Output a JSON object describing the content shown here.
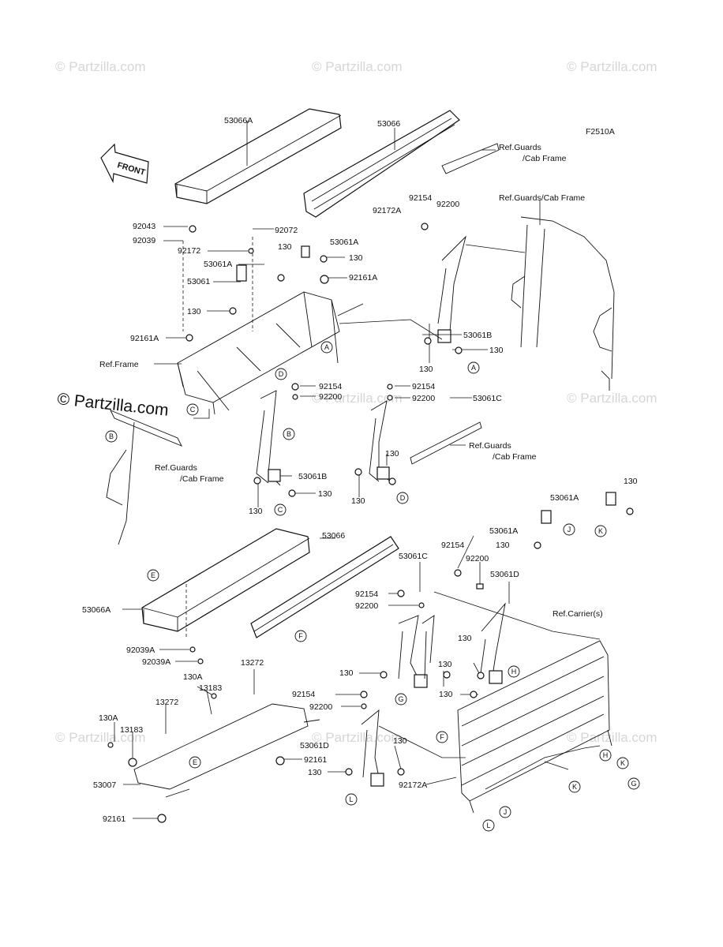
{
  "figure_code": "F2510A",
  "front_label": "FRONT",
  "watermarks": {
    "light": "© Partzilla.com",
    "dark": "© Partzilla.com"
  },
  "top": {
    "labels": {
      "l53066A": "53066A",
      "l53066": "53066",
      "ref_guards_1a": "Ref.Guards",
      "ref_guards_1b": "/Cab Frame",
      "ref_guards_cab": "Ref.Guards/Cab Frame",
      "l92154_a": "92154",
      "l92200_a": "92200",
      "l92172A": "92172A",
      "l92043": "92043",
      "l92039": "92039",
      "l92072": "92072",
      "l92172": "92172",
      "l53061A_1": "53061A",
      "l130_1": "130",
      "l53061A_2": "53061A",
      "l130_2": "130",
      "l53061": "53061",
      "l92161A_1": "92161A",
      "l130_3": "130",
      "l92161A_2": "92161A",
      "ref_frame": "Ref.Frame",
      "l53061B_1": "53061B",
      "l130_4": "130",
      "l130_5": "130",
      "l92154_b": "92154",
      "l92200_b": "92200",
      "l92154_c": "92154",
      "l92200_c": "92200",
      "l53061C": "53061C",
      "ref_guards_2a": "Ref.Guards",
      "ref_guards_2b": "/Cab Frame",
      "ref_guards_3a": "Ref.Guards",
      "ref_guards_3b": "/Cab Frame",
      "l130_6": "130",
      "l53061B_2": "53061B",
      "l130_7": "130",
      "l130_8": "130",
      "l130_9": "130"
    },
    "callouts": [
      "A",
      "A",
      "B",
      "C",
      "C",
      "D",
      "D"
    ]
  },
  "bottom": {
    "labels": {
      "l130_a": "130",
      "l53061A_a": "53061A",
      "l53061A_b": "53061A",
      "l130_b": "130",
      "l53066": "53066",
      "l53061C": "53061C",
      "l92154_a": "92154",
      "l92200_a": "92200",
      "l53061D_a": "53061D",
      "l92154_b": "92154",
      "l92200_b": "92200",
      "ref_carrier": "Ref.Carrier(s)",
      "l53066A": "53066A",
      "l92039A_a": "92039A",
      "l92039A_b": "92039A",
      "l13272_a": "13272",
      "l130A_a": "130A",
      "l13183_a": "13183",
      "l13272_b": "13272",
      "l130_c": "130",
      "l130_d": "130",
      "l130_e": "130",
      "l130_f": "130",
      "l92154_c": "92154",
      "l92200_c": "92200",
      "l130A_b": "130A",
      "l13183_b": "13183",
      "l130_g": "130",
      "l53061D_b": "53061D",
      "l92161_a": "92161",
      "l130_h": "130",
      "l53007": "53007",
      "l92172A": "92172A",
      "l92161_b": "92161"
    },
    "callouts": [
      "E",
      "E",
      "F",
      "F",
      "G",
      "G",
      "H",
      "H",
      "J",
      "J",
      "K",
      "K",
      "K",
      "L",
      "L"
    ]
  }
}
